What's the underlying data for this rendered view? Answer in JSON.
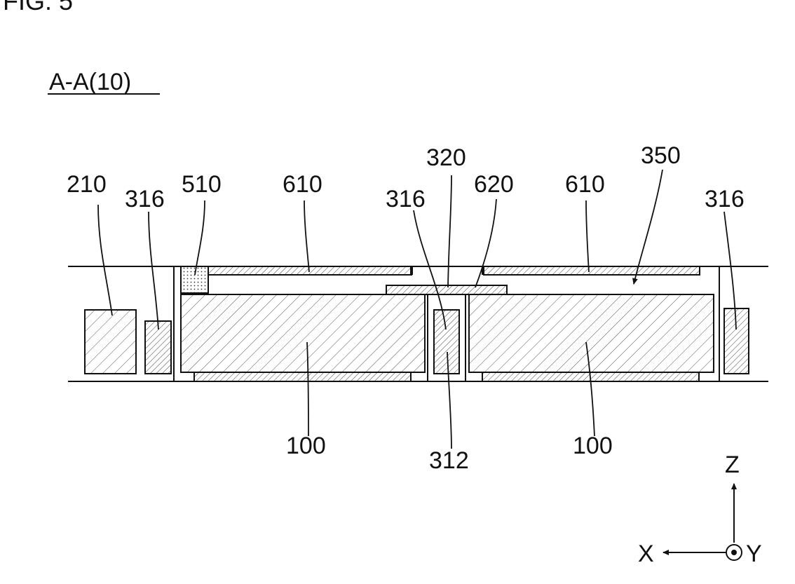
{
  "figure": {
    "header": "FIG. 5",
    "section_label": "A-A(10)"
  },
  "labels": {
    "r210": "210",
    "r316a": "316",
    "r510": "510",
    "r610a": "610",
    "r320": "320",
    "r316b": "316",
    "r620": "620",
    "r610b": "610",
    "r350": "350",
    "r316c": "316",
    "r100a": "100",
    "r312": "312",
    "r100b": "100"
  },
  "axes": {
    "z": "Z",
    "x": "X",
    "y": "Y"
  }
}
